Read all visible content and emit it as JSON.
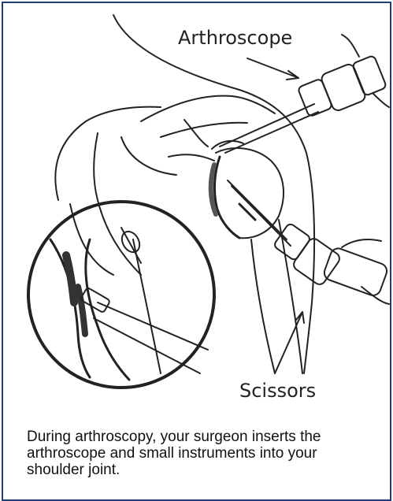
{
  "illustration": {
    "label_arthroscope": "Arthroscope",
    "label_scissors": "Scissors"
  },
  "caption": "During arthroscopy, your surgeon inserts the arthroscope and small instruments into your shoulder joint.",
  "colors": {
    "border": "#1c3f7a",
    "ink": "#222222",
    "background": "#ffffff"
  }
}
